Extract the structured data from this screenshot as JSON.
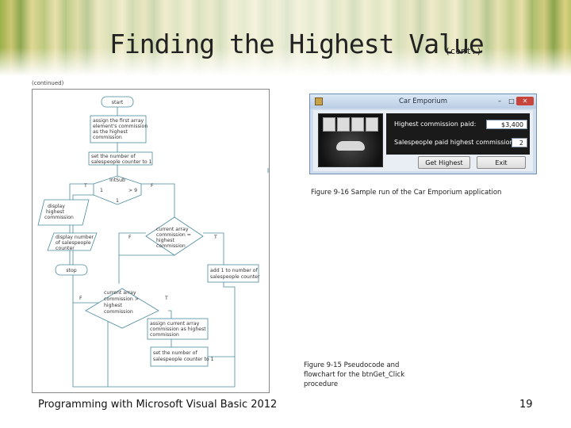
{
  "slide": {
    "title": "Finding the Highest Value",
    "title_suffix": "(cont.)",
    "continued_label": "(continued)",
    "footer_left": "Programming with Microsoft Visual Basic 2012",
    "page_number": "19"
  },
  "app_window": {
    "title": "Car Emporium",
    "minimize_glyph": "–",
    "maximize_glyph": "□",
    "close_glyph": "✕",
    "highest_label": "Highest commission paid:",
    "highest_value": "$3,400",
    "salespeople_label": "Salespeople paid highest commission:",
    "salespeople_value": "2",
    "get_highest_button": "Get Highest",
    "exit_button": "Exit"
  },
  "captions": {
    "fig_16": "Figure 9-16 Sample run of the Car Emporium application",
    "fig_15_line1": "Figure 9-15 Pseudocode and",
    "fig_15_line2": "flowchart for the btnGet_Click",
    "fig_15_line3": "procedure"
  },
  "flowchart": {
    "start": "start",
    "assign_first": [
      "assign the first array",
      "element's commission",
      "as the highest",
      "commission"
    ],
    "set_counter_1": [
      "set the number of",
      "salespeople counter to 1"
    ],
    "loop_var": "intSub",
    "loop_start": "1",
    "loop_cond": "> 9",
    "loop_step": "1",
    "true_t": "T",
    "false_f": "F",
    "display_highest": [
      "display",
      "highest",
      "commission"
    ],
    "display_number": [
      "display number",
      "of salespeople",
      "counter"
    ],
    "stop": "stop",
    "cond_equal": [
      "current array",
      "commission =",
      "highest",
      "commission"
    ],
    "add_one": [
      "add 1 to number of",
      "salespeople counter"
    ],
    "cond_greater": [
      "current array",
      "commission >",
      "highest",
      "commission"
    ],
    "assign_current": [
      "assign current array",
      "commission as highest",
      "commission"
    ],
    "set_counter_1b": [
      "set the number of",
      "salespeople counter to 1"
    ]
  }
}
